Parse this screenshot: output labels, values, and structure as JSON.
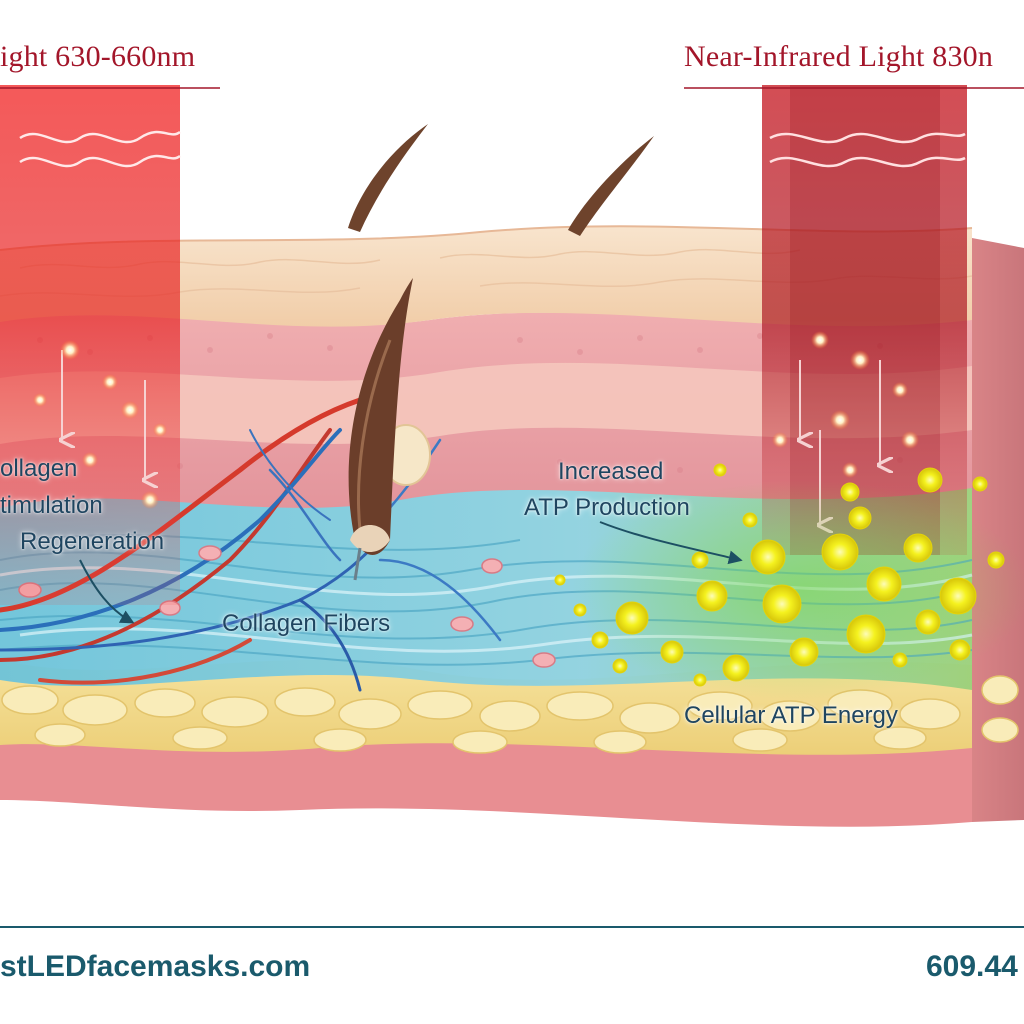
{
  "beams": {
    "red": {
      "title": "ight 630-660nm",
      "color": "#e41f1f"
    },
    "nir": {
      "title": "Near-Infrared Light 830n",
      "color": "#b3121f"
    }
  },
  "labels": {
    "collagen_stimulation": [
      "ollagen",
      "timulation",
      "Regeneration"
    ],
    "collagen_fibers": "Collagen Fibers",
    "increased_atp": [
      "Increased",
      "ATP Production"
    ],
    "cellular_atp": "Cellular ATP Energy"
  },
  "footer": {
    "website": "stLEDfacemasks.com",
    "phone": "609.44"
  },
  "colors": {
    "title_red": "#a3162a",
    "label_navy": "#1f4560",
    "footer_teal": "#1a5a6c",
    "epidermis": "#f3d1b5",
    "dermis_pink": "#e79a9e",
    "collagen_blue": "#7fc9da",
    "fat_yellow": "#f4dd91",
    "atp_yellow": "#f3f21a"
  }
}
